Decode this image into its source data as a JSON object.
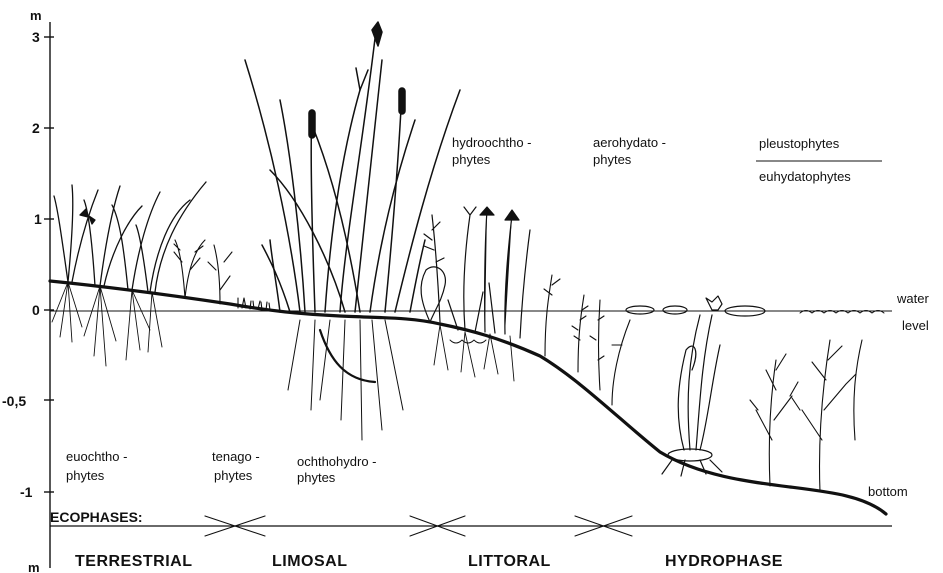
{
  "axis": {
    "unit_top": "m",
    "unit_bottom": "m",
    "ticks": [
      "3",
      "2",
      "1",
      "0",
      "-0,5",
      "-1"
    ]
  },
  "annotations": {
    "water_level_line1": "water",
    "water_level_line2": "level",
    "bottom": "bottom",
    "ecophases_title": "ECOPHASES:"
  },
  "ecophases": [
    {
      "line1": "euochtho -",
      "line2": "phytes"
    },
    {
      "line1": "tenago -",
      "line2": "phytes"
    },
    {
      "line1": "ochthohydro -",
      "line2": "phytes"
    },
    {
      "line1": "hydroochtho -",
      "line2": "phytes"
    },
    {
      "line1": "aerohydato -",
      "line2": "phytes"
    },
    {
      "line1": "pleustophytes",
      "line2": "euhydatophytes"
    }
  ],
  "zones": [
    "TERRESTRIAL",
    "LIMOSAL",
    "LITTORAL",
    "HYDROPHASE"
  ],
  "colors": {
    "ink": "#111111",
    "background": "#ffffff"
  }
}
